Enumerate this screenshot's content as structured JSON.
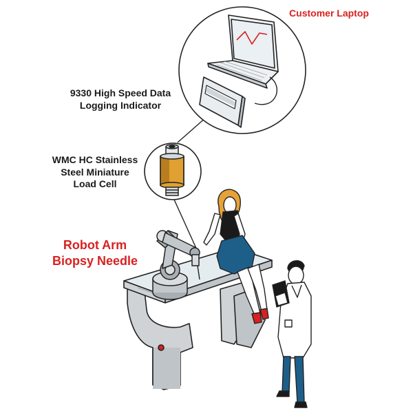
{
  "labels": {
    "customer_laptop": "Customer Laptop",
    "data_logger": [
      "9330 High Speed Data",
      "Logging Indicator"
    ],
    "load_cell": [
      "WMC HC Stainless",
      "Steel Miniature",
      "Load Cell"
    ],
    "robot": [
      "Robot Arm",
      "Biopsy Needle"
    ]
  },
  "colors": {
    "accent_red": "#d92121",
    "text_dark": "#1a1a1a",
    "line": "#222222",
    "table_top": "#e4ecf0",
    "robot_gray": "#a8aeb3",
    "frame_gray": "#cfd3d6",
    "load_cell_amber": "#e0a032",
    "skirt_blue": "#1e5f8a",
    "hair": "#e6a23a"
  }
}
